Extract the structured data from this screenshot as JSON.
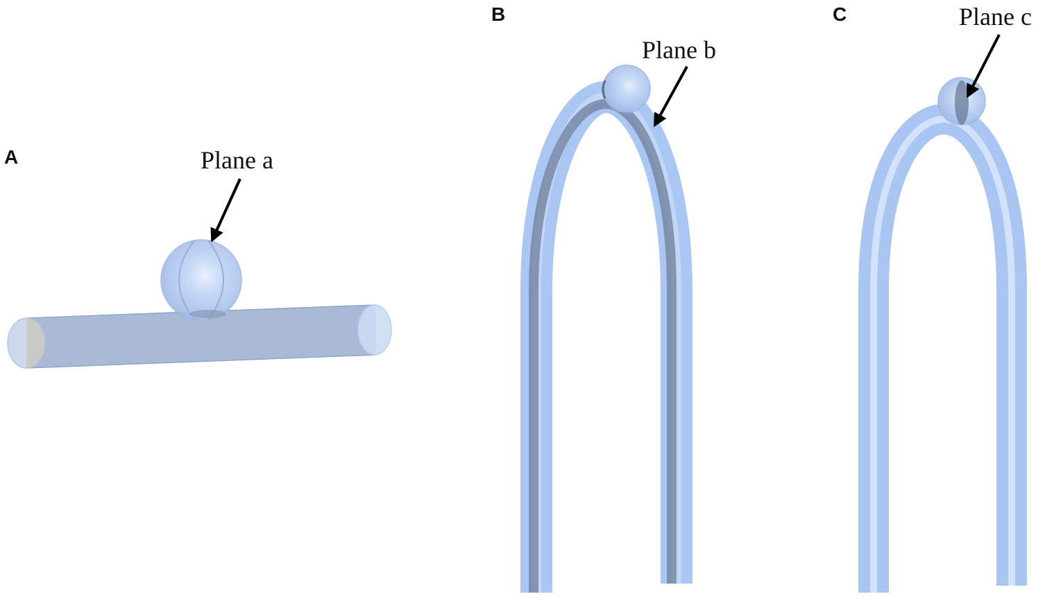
{
  "panels": [
    {
      "id": "A",
      "letter": "A",
      "callout": "Plane a"
    },
    {
      "id": "B",
      "letter": "B",
      "callout": "Plane b"
    },
    {
      "id": "C",
      "letter": "C",
      "callout": "Plane c"
    }
  ],
  "colors": {
    "background": "#ffffff",
    "tube": "#a9c5f0",
    "tube_edge": "#8fb0e2",
    "tube_core": "#9aaac6",
    "sphere": "#b7d0f5",
    "cut_plane": "#7f8fa8",
    "arrow": "#000000"
  }
}
